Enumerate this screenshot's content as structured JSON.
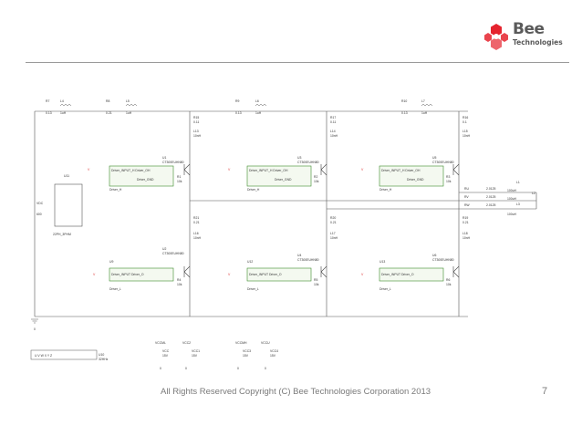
{
  "brand": {
    "name": "Bee",
    "sub": "Technologies",
    "accent": "#e5232e",
    "text_color": "#5a5a5a"
  },
  "schematic": {
    "labels": {
      "r7": "R7",
      "r7_val": "0.13",
      "l4": "L4",
      "l4_val": "1uH",
      "r8": "R8",
      "r8_val": "0.21",
      "l5": "L5",
      "l5_val": "1uH",
      "r9": "R9",
      "r9_val": "0.13",
      "l6": "L6",
      "l6_val": "1uH",
      "r10": "R10",
      "r10_val": "0.13",
      "l7": "L7",
      "l7_val": "1uH",
      "r15": "R15",
      "r15_val": "0.11",
      "l13": "L13",
      "l13_val": "10nH",
      "r17": "R17",
      "r17_val": "0.11",
      "l14": "L14",
      "l14_val": "10nH",
      "r16": "R16",
      "r16_val": "0.1",
      "l15": "L15",
      "l15_val": "10nH",
      "u1": "U1",
      "u1_model": "CT300EUHN80",
      "u3": "U3",
      "u3_model": "CT300EUHN80",
      "u5": "U5",
      "u5_model": "CT300EUHN80",
      "u2": "U2",
      "u2_model": "CT300EUHN80",
      "u4": "U4",
      "u4_model": "CT300EUHN80",
      "u6": "U6",
      "u6_model": "CT300EUHN80",
      "drv_h": "Driver_INPUT_H Driver_OH",
      "drv_gnd": "Driver_GND",
      "drv_h_name": "Driver_H",
      "drv_l": "Driver_INPUT  Driver_O",
      "drv_l_name": "Driver_L",
      "r1": "R1",
      "r2": "R2",
      "r3": "R3",
      "r4": "R4",
      "r5": "R5",
      "r6": "R6",
      "r_val": "10k",
      "v_top1": "V",
      "v_top2": "V",
      "v_top3": "V",
      "v_bot1": "V",
      "v_bot2": "V",
      "v_bot3": "V",
      "ru": "RU",
      "rv": "RV",
      "rw": "RW",
      "r_load": "2.0125",
      "l1": "L1",
      "l2": "L2",
      "l3": "L3",
      "l1_val": "100uH",
      "l2_val": "100uH",
      "l3_val": "100uH",
      "r21": "R21",
      "r21_val": "0.21",
      "l16": "L16",
      "l16_val": "10nH",
      "r20": "R20",
      "r20_val": "0.21",
      "l17": "L17",
      "l17_val": "10nH",
      "r19": "R19",
      "r19_val": "0.21",
      "l18": "L18",
      "l18_val": "10nH",
      "u11": "U11",
      "pwm_module": "22PH_3PHM",
      "vdc": "VDC",
      "vdc_val": "600",
      "u9": "U9",
      "u12": "U12",
      "u13": "U13",
      "gnd": "0",
      "vccl": "VCCML",
      "vcc2": "VCC2",
      "vcch": "VCCMH",
      "vccu": "VCCU",
      "vcc1": "VCC1",
      "vcc1_val": "15V",
      "vcc": "VCC",
      "vcc_val": "15V",
      "vcc3": "VCC3",
      "vcc3_val": "15V",
      "vcc4": "VCC4",
      "vcc4_val": "15V",
      "gnd_sym": "0",
      "u10": "U10",
      "u10_model": "32HHz",
      "pins": "U  V  W  X  Y  Z"
    }
  },
  "footer": {
    "copyright": "All Rights Reserved Copyright (C) Bee Technologies Corporation 2013",
    "page_number": "7"
  }
}
